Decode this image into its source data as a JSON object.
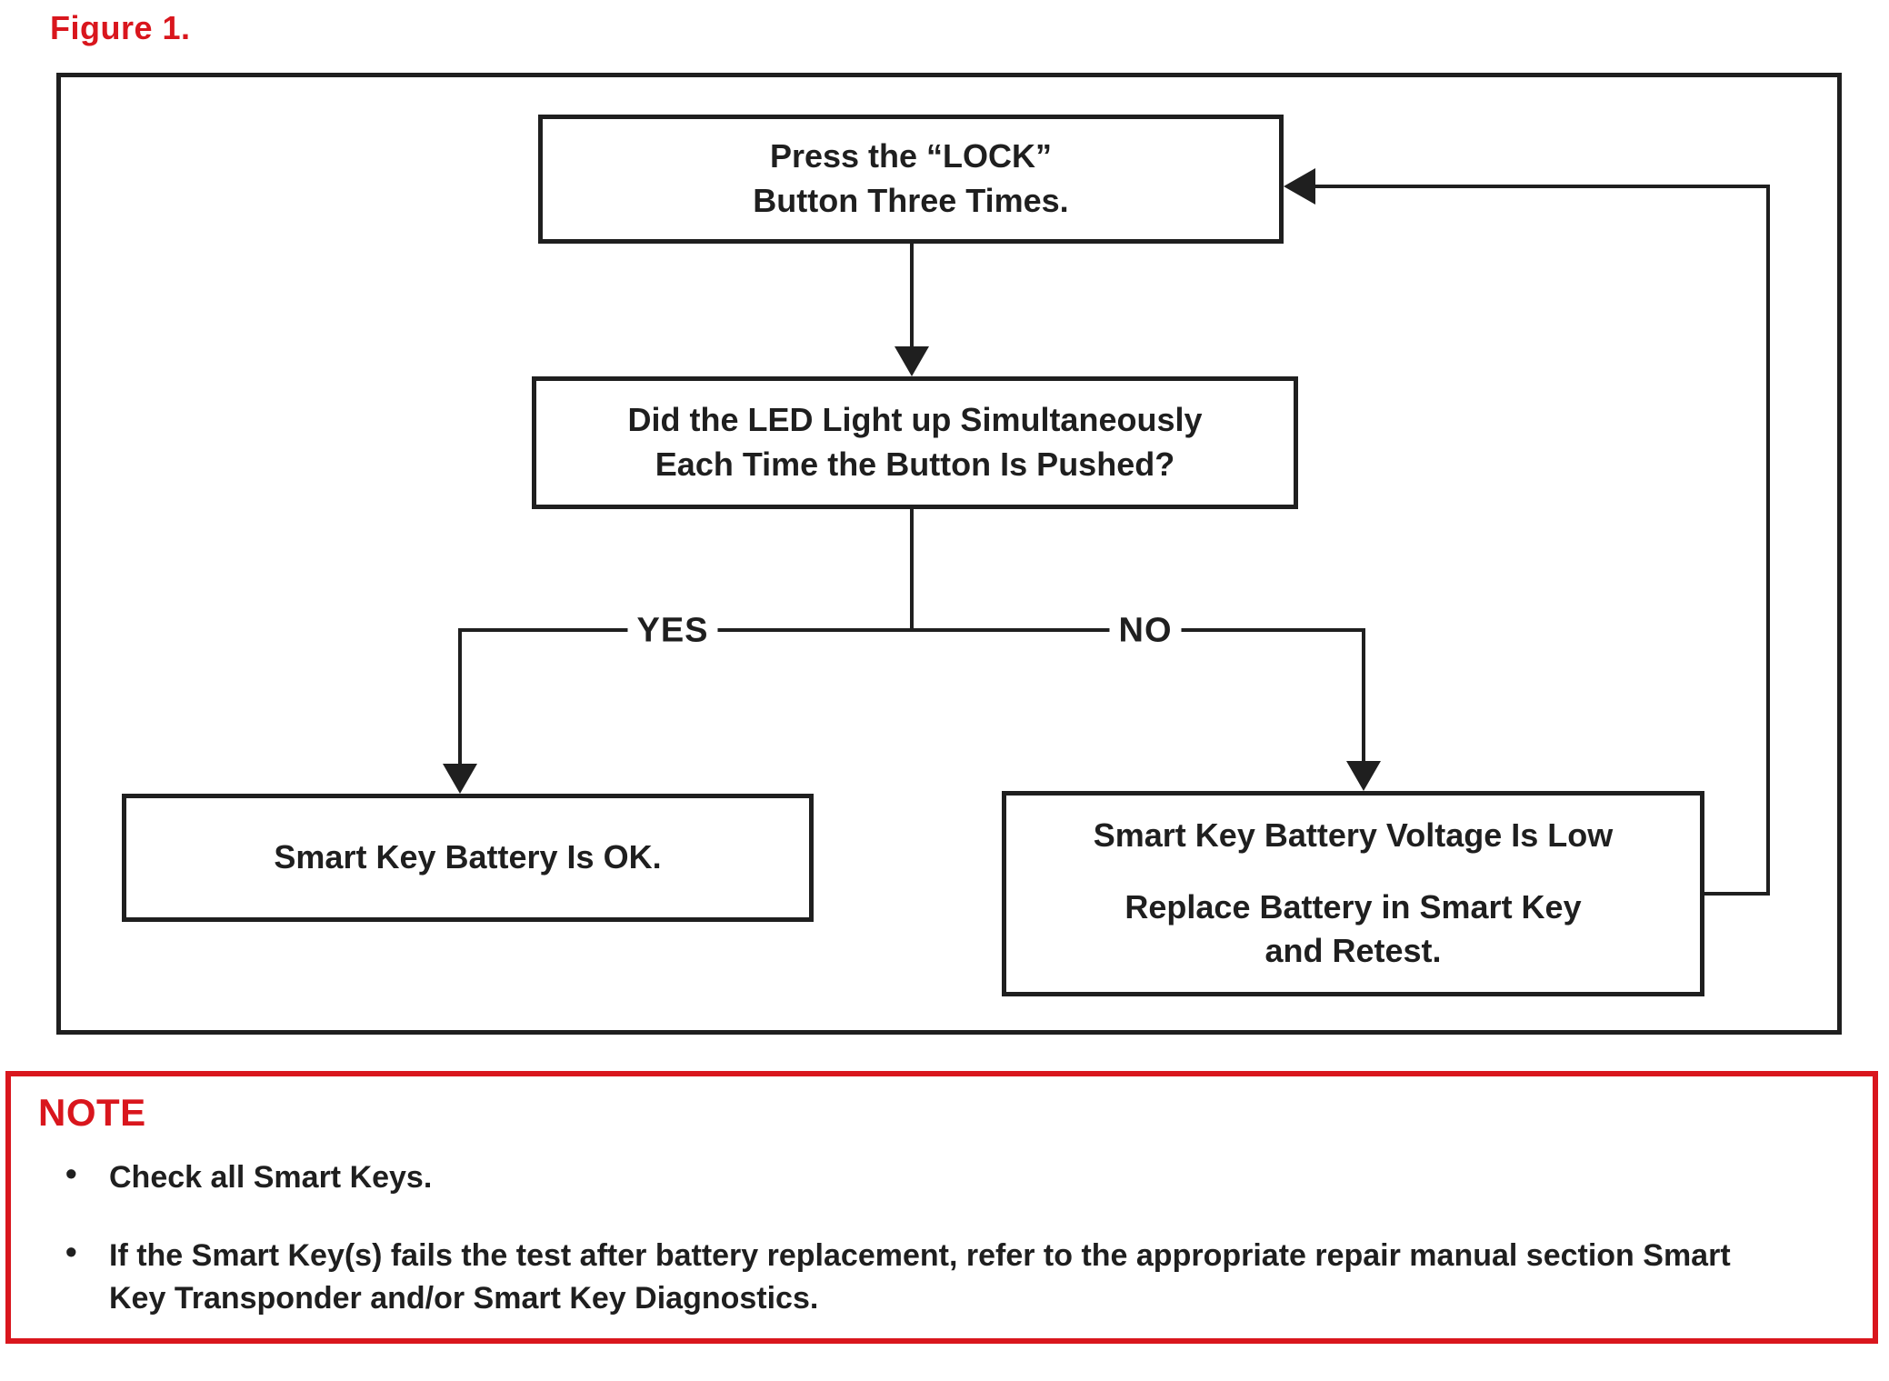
{
  "figure_label": "Figure 1.",
  "colors": {
    "accent_red": "#d9161d",
    "line_black": "#1f1f1f"
  },
  "flowchart": {
    "step1": {
      "line1": "Press the “LOCK”",
      "line2": "Button Three Times."
    },
    "decision": {
      "line1": "Did the LED Light up Simultaneously",
      "line2": "Each Time the Button Is Pushed?"
    },
    "branch_yes_label": "YES",
    "branch_no_label": "NO",
    "result_yes": {
      "line1": "Smart Key Battery Is OK."
    },
    "result_no": {
      "line1": "Smart Key Battery Voltage Is Low",
      "line2": "Replace Battery in Smart Key",
      "line3": "and Retest."
    }
  },
  "note": {
    "heading": "NOTE",
    "bullets": [
      "Check all Smart Keys.",
      "If the Smart Key(s) fails the test after battery replacement, refer to the appropriate repair manual section Smart Key Transponder and/or Smart Key Diagnostics."
    ]
  }
}
